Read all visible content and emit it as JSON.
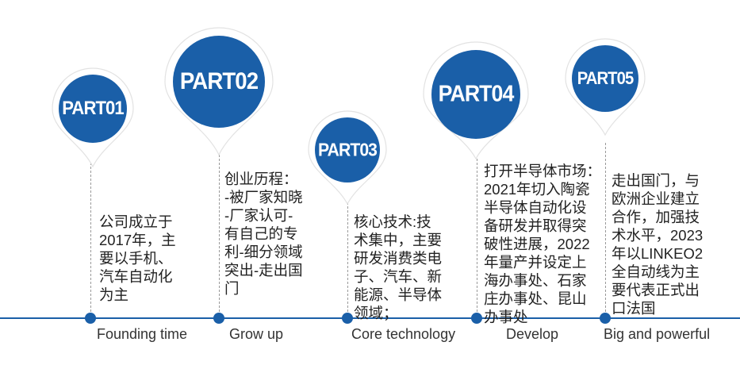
{
  "parts": [
    {
      "label": "PART01",
      "description": "公司成立于\n2017年，主\n要以手机、\n汽车自动化\n为主",
      "stage": "Founding time"
    },
    {
      "label": "PART02",
      "description": "创业历程：\n-被厂家知晓\n-厂家认可-\n有自己的专\n利-细分领域\n突出-走出国\n门",
      "stage": "Grow up"
    },
    {
      "label": "PART03",
      "description": "核心技术:技\n术集中，主要\n研发消费类电\n子、汽车、新\n能源、半导体\n领域；",
      "stage": "Core technology"
    },
    {
      "label": "PART04",
      "description": "打开半导体市场：\n2021年切入陶瓷\n半导体自动化设\n备研发并取得突\n破性进展，2022\n年量产并设定上\n海办事处、石家\n庄办事处、昆山\n办事处",
      "stage": "Develop"
    },
    {
      "label": "PART05",
      "description": "走出国门，与\n欧洲企业建立\n合作，加强技\n术水平，2023\n年以LINKEO2\n全自动线为主\n要代表正式出\n口法国",
      "stage": "Big and powerful"
    }
  ],
  "colors": {
    "accent": "#1a5fa8",
    "pin": "#ffffff"
  }
}
